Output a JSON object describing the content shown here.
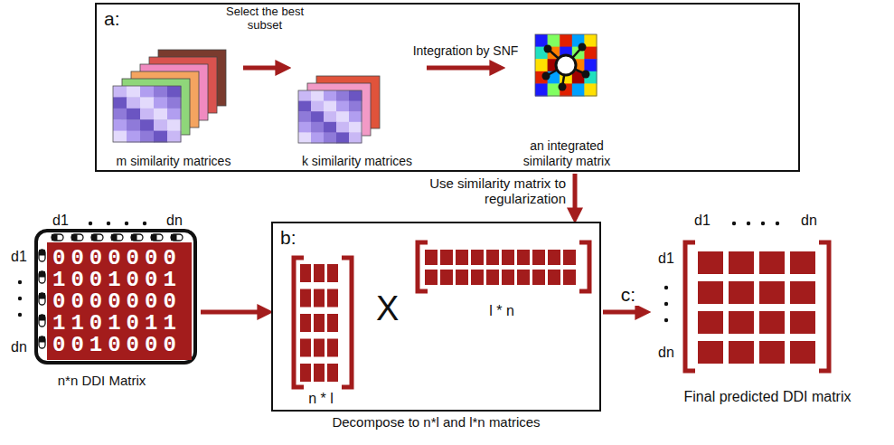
{
  "diagram": {
    "nodes": [
      {
        "text": [
          "a:"
        ]
      },
      {
        "text": [
          "m similarity matrices"
        ],
        "in": 0
      },
      {
        "text": [
          "k similarity matrices"
        ],
        "in": 0
      },
      {
        "text": [
          "an integrated similarity matrix"
        ],
        "in": 0
      },
      {
        "text": [
          "n*n DDI Matrix"
        ]
      },
      {
        "text": [
          "b:",
          "Decompose to n*l and l*n matrices"
        ]
      },
      {
        "text": [
          "n * l"
        ],
        "in": 5
      },
      {
        "text": [
          "l * n"
        ],
        "in": 5
      },
      {
        "text": [
          "Final predicted DDI matrix"
        ]
      }
    ],
    "edges": [
      {
        "from": 1,
        "to": 2,
        "arrow": "to",
        "label": "Select the best subset"
      },
      {
        "from": 2,
        "to": 3,
        "arrow": "to",
        "label": "Integration by SNF"
      },
      {
        "from": 0,
        "to": 5,
        "arrow": "to",
        "label": "Use similarity matrix to regularization"
      },
      {
        "from": 4,
        "to": 5,
        "arrow": "to"
      },
      {
        "from": 5,
        "to": 8,
        "arrow": "to",
        "label": "c:"
      }
    ],
    "labels": [
      "d1",
      "dn",
      "d1",
      "dn",
      "0000000",
      "1001001",
      "0000000",
      "1101011",
      "0010000",
      "X",
      "d1",
      "dn",
      "d1",
      "dn"
    ]
  }
}
